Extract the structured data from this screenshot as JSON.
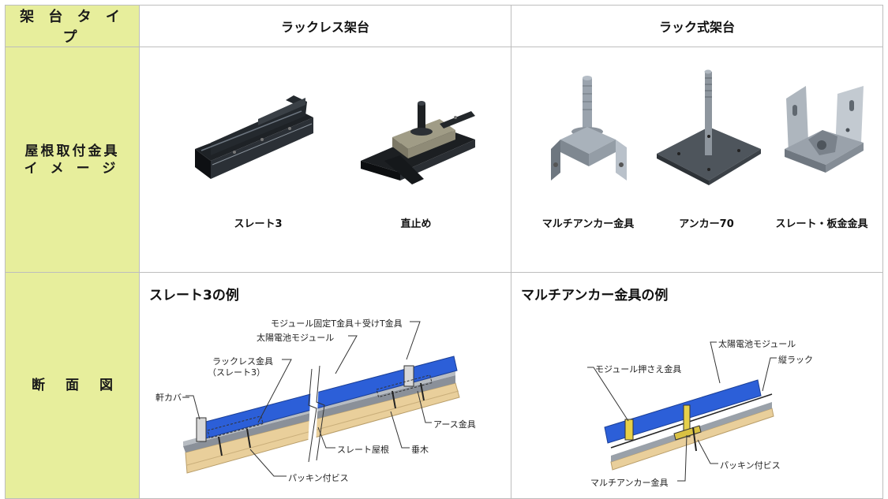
{
  "header": {
    "type_label": "架 台 タ イ プ",
    "rackless": "ラックレス架台",
    "rack": "ラック式架台"
  },
  "rows": {
    "mount_label_line1": "屋根取付金具",
    "mount_label_line2": "イメージ",
    "section_label": "断面図"
  },
  "products": {
    "rackless": [
      {
        "label": "スレート3",
        "icon": "slate3-rail-icon"
      },
      {
        "label": "直止め",
        "icon": "direct-mount-bracket-icon"
      }
    ],
    "rack": [
      {
        "label": "マルチアンカー金具",
        "icon": "multi-anchor-bracket-icon"
      },
      {
        "label": "アンカー70",
        "icon": "anchor70-plate-icon"
      },
      {
        "label": "スレート・板金金具",
        "icon": "slate-sheetmetal-bracket-icon"
      }
    ]
  },
  "section_left": {
    "title": "スレート3の例",
    "callouts": {
      "module_clamp": "モジュール固定T金具＋受けT金具",
      "solar_module": "太陽電池モジュール",
      "rackless_bracket_1": "ラックレス金具",
      "rackless_bracket_2": "（スレート3）",
      "eave_cover": "軒カバー",
      "earth_bracket": "アース金具",
      "slate_roof": "スレート屋根",
      "rafter": "垂木",
      "packing_screw": "パッキン付ビス"
    }
  },
  "section_right": {
    "title": "マルチアンカー金具の例",
    "callouts": {
      "solar_module": "太陽電池モジュール",
      "vertical_rack": "縦ラック",
      "module_holder": "モジュール押さえ金具",
      "packing_screw": "パッキン付ビス",
      "multi_anchor": "マルチアンカー金具"
    }
  },
  "colors": {
    "label_bg": "#e7ee9c",
    "module_blue": "#2c5fd8",
    "roof_tan": "#e9cf9b",
    "roof_slate": "#8a9099",
    "grid": "#bdbdbd"
  }
}
